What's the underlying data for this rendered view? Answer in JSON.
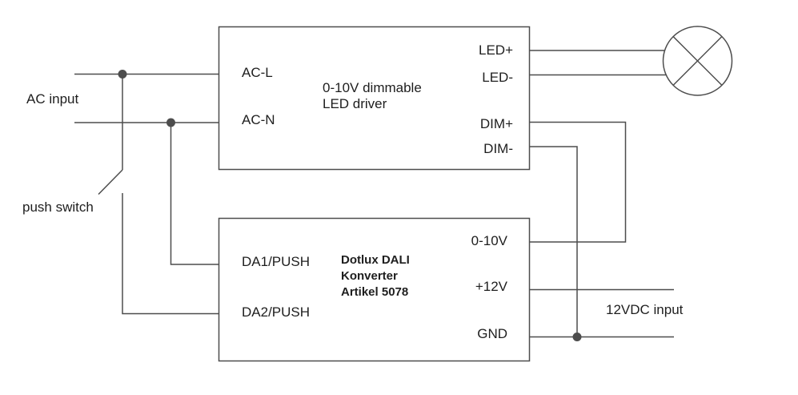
{
  "diagram": {
    "ac_input_label": "AC input",
    "push_switch_label": "push switch",
    "vdc_input_label": "12VDC input",
    "driver": {
      "title_line1": "0-10V dimmable",
      "title_line2": "LED driver",
      "terminals": {
        "ac_l": "AC-L",
        "ac_n": "AC-N",
        "led_pos": "LED+",
        "led_neg": "LED-",
        "dim_pos": "DIM+",
        "dim_neg": "DIM-"
      }
    },
    "konverter": {
      "title_line1": "Dotlux DALI",
      "title_line2": "Konverter",
      "title_line3": "Artikel 5078",
      "terminals": {
        "da1": "DA1/PUSH",
        "da2": "DA2/PUSH",
        "out_0_10v": "0-10V",
        "out_12v": "+12V",
        "gnd": "GND"
      }
    },
    "colors": {
      "wire": "#4d4d4d",
      "text": "#1e1e1e",
      "background": "#ffffff"
    }
  }
}
